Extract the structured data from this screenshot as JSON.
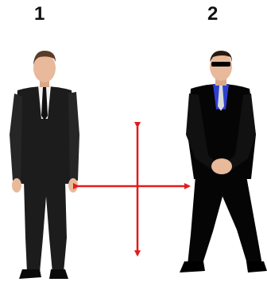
{
  "labels": {
    "left": "1",
    "right": "2"
  },
  "colors": {
    "arrow": "#e41b1b",
    "suit_left": "#1c1c1c",
    "suit_right": "#050505",
    "skin": "#e8b99a",
    "hair": "#5a3d28",
    "shirt_left": "#f2f2f2",
    "shirt_right": "#2f3fcf",
    "background": "#ffffff"
  },
  "figures": [
    {
      "subject": "man-in-dark-suit-standing-arms-down"
    },
    {
      "subject": "man-in-black-suit-sunglasses-hands-clasped-feet-apart"
    }
  ]
}
